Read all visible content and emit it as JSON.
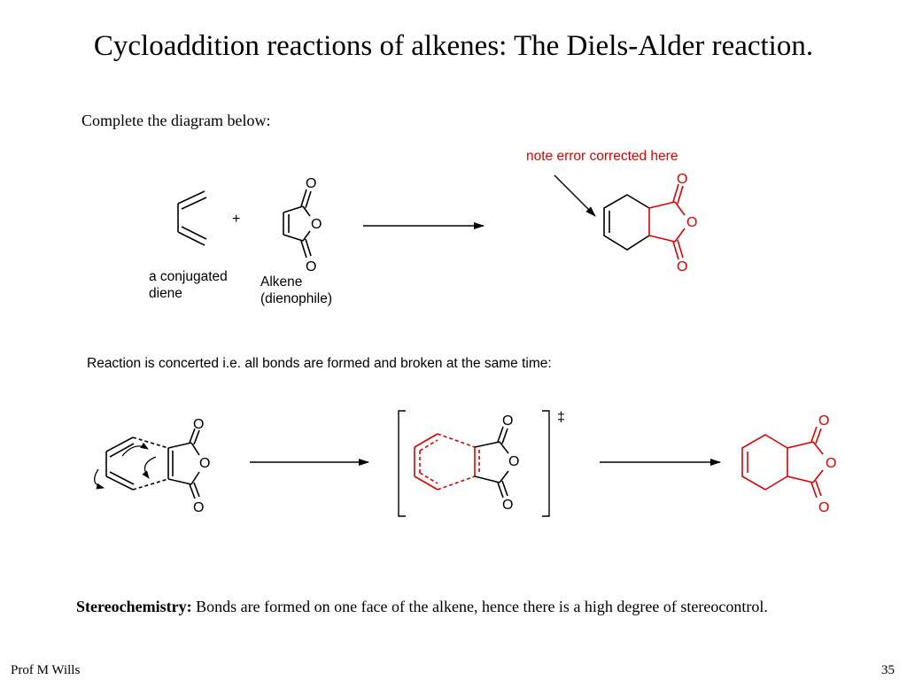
{
  "slide": {
    "title": "Cycloaddition reactions of alkenes: The Diels-Alder reaction.",
    "instruction": "Complete the diagram below:",
    "plus": "+",
    "diene_label_line1": "a conjugated",
    "diene_label_line2": "diene",
    "alkene_label_line1": "Alkene",
    "alkene_label_line2": "(dienophile)",
    "note": "note error corrected here",
    "concerted_text": "Reaction is concerted i.e. all bonds are formed and broken at the same time:",
    "transition_state_symbol": "‡",
    "stereo_heading": "Stereochemistry:",
    "stereo_text": " Bonds are formed on one face of the alkene, hence there is a high degree of stereocontrol.",
    "atom_O": "O",
    "footer_author": "Prof M Wills",
    "page_number": "35"
  },
  "colors": {
    "black": "#000000",
    "red": "#e00000"
  },
  "icons": [
    "reaction-arrow-icon",
    "curved-electron-arrow-icon",
    "double-dagger-icon"
  ]
}
